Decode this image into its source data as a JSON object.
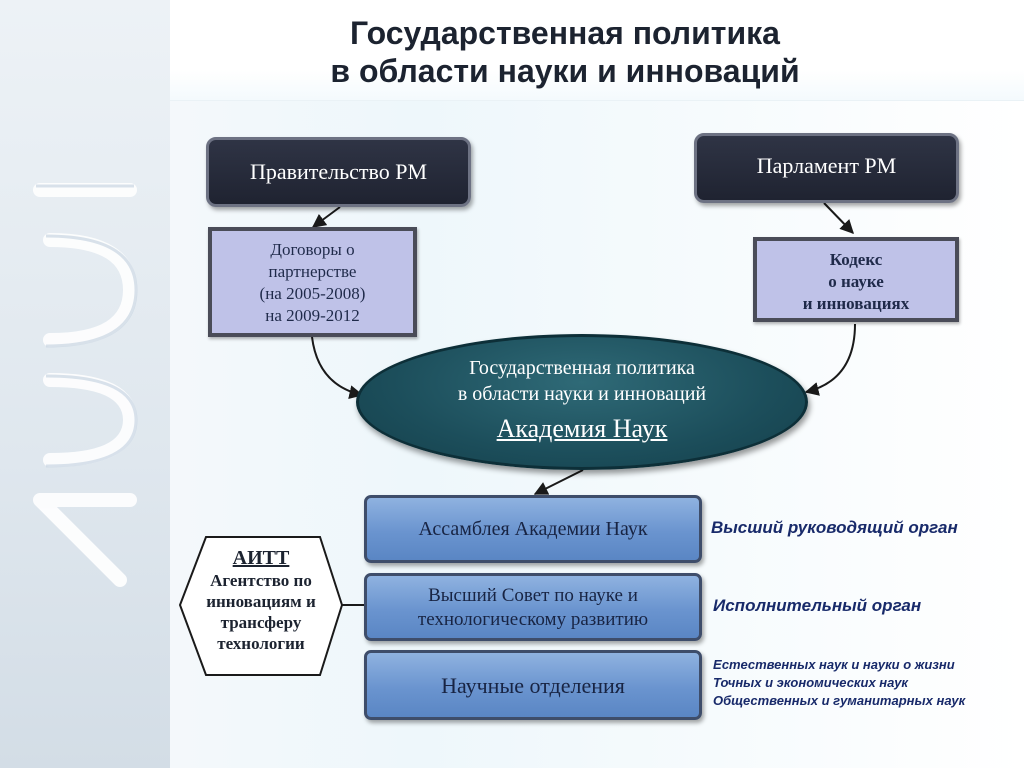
{
  "title": {
    "line1": "Государственная политика",
    "line2": "в области науки и инноваций"
  },
  "government": {
    "label": "Правительство РМ"
  },
  "parliament": {
    "label": "Парламент  РМ"
  },
  "agreements": {
    "line1": "Договоры о",
    "line2": "партнерстве",
    "line3": "(на 2005-2008)",
    "line4": "на 2009-2012"
  },
  "code": {
    "line1": "Кодекс",
    "line2": "о науке",
    "line3": "и инновациях"
  },
  "central": {
    "line1": "Государственная политика",
    "line2": "в области науки и инноваций",
    "line3": "Академия Наук"
  },
  "assembly": {
    "label": "Ассамблея Академии Наук",
    "note": "Высший руководящий орган"
  },
  "council": {
    "line1": "Высший Совет по науке и",
    "line2": "технологическому развитию",
    "note": "Исполнительный орган"
  },
  "departments": {
    "label": "Научные  отделения",
    "notes": [
      "Естественных наук и науки о жизни",
      "Точных и экономических наук",
      "Общественных и гуманитарных наук"
    ]
  },
  "aitt": {
    "abbr": "АИТТ",
    "line1": "Агентство по",
    "line2": "инновациям и",
    "line3": "трансферу",
    "line4": "технологии"
  },
  "colors": {
    "dark_box": "#1f2331",
    "lavender_box": "#bfc2e8",
    "ellipse": "#1c4e5b",
    "blue_box": "#6a94cf",
    "note_text": "#182a6a"
  },
  "icons": [
    "academy-logo-icon"
  ]
}
